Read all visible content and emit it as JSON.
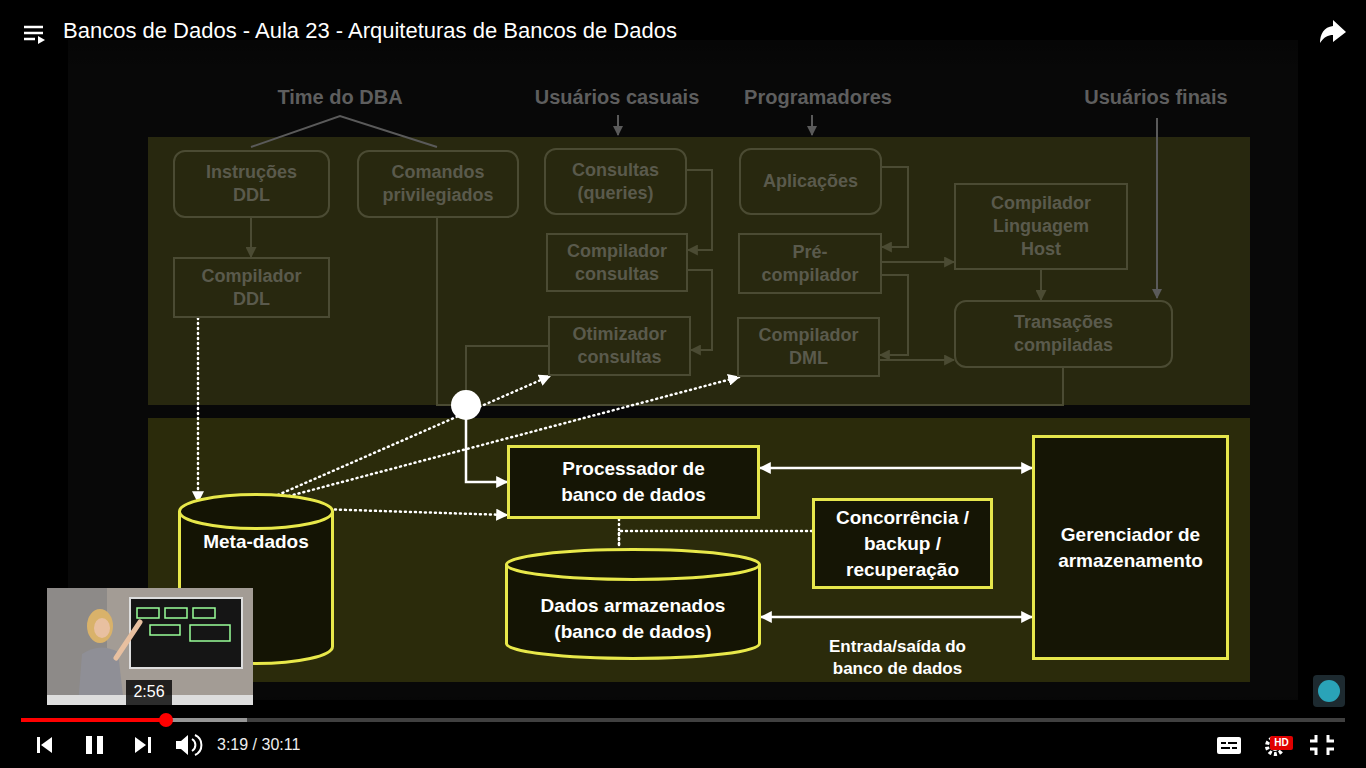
{
  "diagram": {
    "title": "Bancos de Dados - Aula 23 - Arquiteturas de Bancos de Dados",
    "nodes": [
      {
        "text": [
          "Instruções DDL"
        ]
      },
      {
        "text": [
          "Comandos privilegiados"
        ]
      },
      {
        "text": [
          "Consultas (queries)"
        ]
      },
      {
        "text": [
          "Aplicações"
        ]
      },
      {
        "text": [
          "Compilador Linguagem Host"
        ]
      },
      {
        "text": [
          "Compilador DDL"
        ]
      },
      {
        "text": [
          "Compilador consultas"
        ]
      },
      {
        "text": [
          "Pré-compilador"
        ]
      },
      {
        "text": [
          "Transações compiladas"
        ]
      },
      {
        "text": [
          "Otimizador consultas"
        ]
      },
      {
        "text": [
          "Compilador DML"
        ]
      },
      {
        "text": [
          "Processador de banco de dados"
        ]
      },
      {
        "text": [
          "Concorrência / backup / recuperação"
        ]
      },
      {
        "text": [
          "Gerenciador de armazenamento"
        ]
      },
      {
        "text": [
          "Meta-dados"
        ]
      },
      {
        "text": [
          "Dados armazenados (banco de dados)"
        ]
      }
    ],
    "edges": [
      {
        "from": 0,
        "to": 5,
        "arrow": "to"
      },
      {
        "from": 5,
        "to": 14,
        "arrow": "to"
      },
      {
        "from": 1,
        "to": 11,
        "arrow": "to"
      },
      {
        "from": 2,
        "to": 6,
        "arrow": "to"
      },
      {
        "from": 6,
        "to": 9,
        "arrow": "to"
      },
      {
        "from": 9,
        "to": 11,
        "arrow": "to"
      },
      {
        "from": 3,
        "to": 7,
        "arrow": "to"
      },
      {
        "from": 7,
        "to": 4,
        "arrow": "to"
      },
      {
        "from": 7,
        "to": 10,
        "arrow": "to"
      },
      {
        "from": 4,
        "to": 8,
        "arrow": "to"
      },
      {
        "from": 10,
        "to": 8,
        "arrow": "to"
      },
      {
        "from": 8,
        "to": 11,
        "arrow": "to"
      },
      {
        "from": 14,
        "to": 9,
        "arrow": "to"
      },
      {
        "from": 14,
        "to": 10,
        "arrow": "to"
      },
      {
        "from": 14,
        "to": 11,
        "arrow": "to"
      },
      {
        "from": 11,
        "to": 13,
        "arrow": "both"
      },
      {
        "from": 11,
        "to": 15,
        "arrow": "none"
      },
      {
        "from": 12,
        "to": 15,
        "arrow": "none"
      },
      {
        "from": 15,
        "to": 13,
        "label": "Entrada/saída do banco de dados",
        "arrow": "both"
      }
    ],
    "labels": [
      "Time do DBA",
      "Usuários casuais",
      "Programadores",
      "Usuários finais",
      "2:56",
      "3:19 / 30:11",
      "HD"
    ]
  }
}
